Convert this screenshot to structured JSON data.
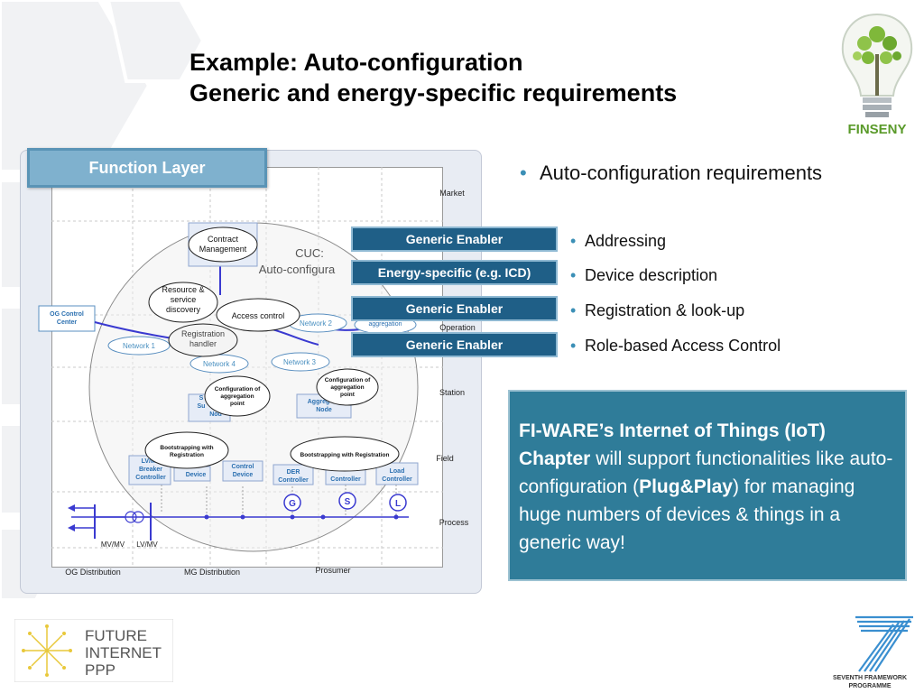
{
  "title": {
    "line1": "Example: Auto-configuration",
    "line2": "Generic and energy-specific requirements"
  },
  "logos": {
    "finseny_text": "FINSENY",
    "fi_line1": "FUTURE",
    "fi_line2": "INTERNET",
    "fi_line3": "PPP",
    "fp7_line1": "SEVENTH FRAMEWORK",
    "fp7_line2": "PROGRAMME"
  },
  "diagram": {
    "function_layer": "Function Layer",
    "zones": [
      "Market",
      "Operation",
      "Station",
      "Field",
      "Process"
    ],
    "domains": [
      "OG Distribution",
      "MG Distribution",
      "Prosumer"
    ],
    "cuc_line1": "CUC:",
    "cuc_line2": "Auto-configura",
    "og_control_line1": "OG Control",
    "og_control_line2": "Center",
    "contract_line1": "Contract",
    "contract_line2": "Management",
    "resource_line1": "Resource &",
    "resource_line2": "service",
    "resource_line3": "discovery",
    "access_control": "Access control",
    "registration_line1": "Registration",
    "registration_line2": "handler",
    "network1": "Network 1",
    "network2": "Network 2",
    "network3": "Network 3",
    "network4": "Network 4",
    "aggregation_partial": "aggregation",
    "config_agg_line1": "Configuration of",
    "config_agg_line2": "aggregation",
    "config_agg_line3": "point",
    "sub_partial_line1": "S",
    "sub_partial_line2": "Su",
    "sub_partial_line3": "Nod",
    "aggreg_partial_line1": "Aggreg",
    "aggreg_partial_line2": "Node",
    "bootstrap_left_line1": "Bootstrapping with",
    "bootstrap_left_line2": "Registration",
    "bootstrap_right": "Bootstrapping with Registration",
    "lvmv_breaker_line1": "LV/MV",
    "lvmv_breaker_line2": "Breaker",
    "lvmv_breaker_line3": "Controller",
    "device": "Device",
    "control_device_line1": "Control",
    "control_device_line2": "Device",
    "der_controller_line1": "DER",
    "der_controller_line2": "Controller",
    "controller": "Controller",
    "load_controller_line1": "Load",
    "load_controller_line2": "Controller",
    "g_label": "G",
    "s_label": "S",
    "l_label": "L",
    "mvmv": "MV/MV",
    "lvmv": "LV/MV"
  },
  "enablers": [
    "Generic Enabler",
    "Energy-specific (e.g. ICD)",
    "Generic Enabler",
    "Generic Enabler"
  ],
  "bullets": {
    "main": "Auto-configuration requirements",
    "sub": [
      "Addressing",
      "Device description",
      "Registration & look-up",
      "Role-based Access Control"
    ]
  },
  "fiware": {
    "bold1": "FI-WARE’s Internet of Things (IoT) Chapter",
    "text1": " will support functionalities like auto-configuration (",
    "bold2": "Plug&Play",
    "text2": ") for managing huge numbers of devices & things in a generic way!"
  },
  "colors": {
    "enabler_bg": "#1f5f87",
    "accent_blue": "#3b8fb6",
    "box_bg": "#2f7c99",
    "network_text": "#4a90c0"
  }
}
